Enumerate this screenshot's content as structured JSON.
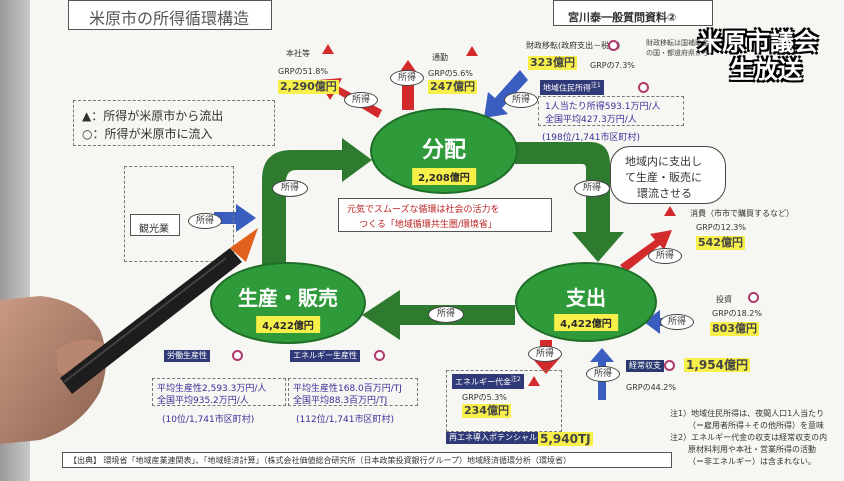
{
  "header": {
    "title": "米原市の所得循環構造",
    "doc_ref": "宮川泰一般質問資料②"
  },
  "overlay": {
    "line1": "米原市議会",
    "line2": "生放送"
  },
  "legend": {
    "outflow": "▲：所得が米原市から流出",
    "inflow": "○：所得が米原市に流入"
  },
  "arrow_label": "所得",
  "nodes": {
    "distribution": {
      "title": "分配",
      "value": "2,208億円"
    },
    "expenditure": {
      "title": "支出",
      "value": "4,422億円"
    },
    "production": {
      "title": "生産・販売",
      "value": "4,422億円"
    }
  },
  "flows": {
    "honsha": {
      "label": "本社等",
      "grp": "GRPの51.8%",
      "value": "2,290億円"
    },
    "tsukin": {
      "label": "通勤",
      "grp": "GRPの5.6%",
      "value": "247億円"
    },
    "zaisan": {
      "label": "財政移転(政府支出－税金)",
      "value": "323億円",
      "grp": "GRPの7.3%"
    },
    "zaisan_note": "財政移転は国補助金",
    "zaisan_note2": "の国・都道府県から",
    "shohi": {
      "label": "消費（市市で購買するなど）",
      "grp": "GRPの12.3%",
      "value": "542億円"
    },
    "toshi": {
      "label": "投資",
      "grp": "GRPの18.2%",
      "value": "803億円"
    },
    "keijo": {
      "label": "経常収支",
      "value": "1,954億円",
      "grp": "GRPの44.2%"
    },
    "energy": {
      "label": "エネルギー代金",
      "label_sup": "注2",
      "grp": "GRPの5.3%",
      "value": "234億円"
    },
    "saiene": {
      "label": "再エネ導入ポテンシャル",
      "value": "5,940TJ"
    },
    "kanko": {
      "label": "観光業"
    }
  },
  "resident_income": {
    "label": "地域住民所得",
    "label_sup": "注1",
    "line1": "1人当たり所得593.1万円/人",
    "line2": "全国平均427.3万円/人",
    "rank": "(198位/1,741市区町村)"
  },
  "labor_productivity": {
    "label": "労働生産性",
    "line1": "平均生産性2,593.3万円/人",
    "line2": "全国平均935.2万円/人",
    "rank": "(10位/1,741市区町村)"
  },
  "energy_productivity": {
    "label": "エネルギー生産性",
    "line1": "平均生産性168.0百万円/TJ",
    "line2": "全国平均88.3百万円/TJ",
    "rank": "(112位/1,741市区町村)"
  },
  "center_message": {
    "line1": "元気でスムーズな循環は社会の活力を",
    "line2": "つくる「地域循環共生圏/環境省」"
  },
  "bubble": {
    "line1": "地域内に支出し",
    "line2": "て生産・販売に",
    "line3": "環流させる"
  },
  "notes": {
    "n1a": "注1）地域住民所得は、夜間人口1人当たり",
    "n1b": "（＝雇用者所得＋その他所得）を意味",
    "n2a": "注2）エネルギー代金の収支は経常収支の内",
    "n2b": "原材料利用や本社・営業所得の活動",
    "n2c": "（＝非エネルギー）は含まれない。"
  },
  "source": "【出典】 環境省「地域産業連関表」、「地域経済計算」（株式会社価値総合研究所（日本政策投資銀行グループ）地域経済循環分析（環境省）"
}
